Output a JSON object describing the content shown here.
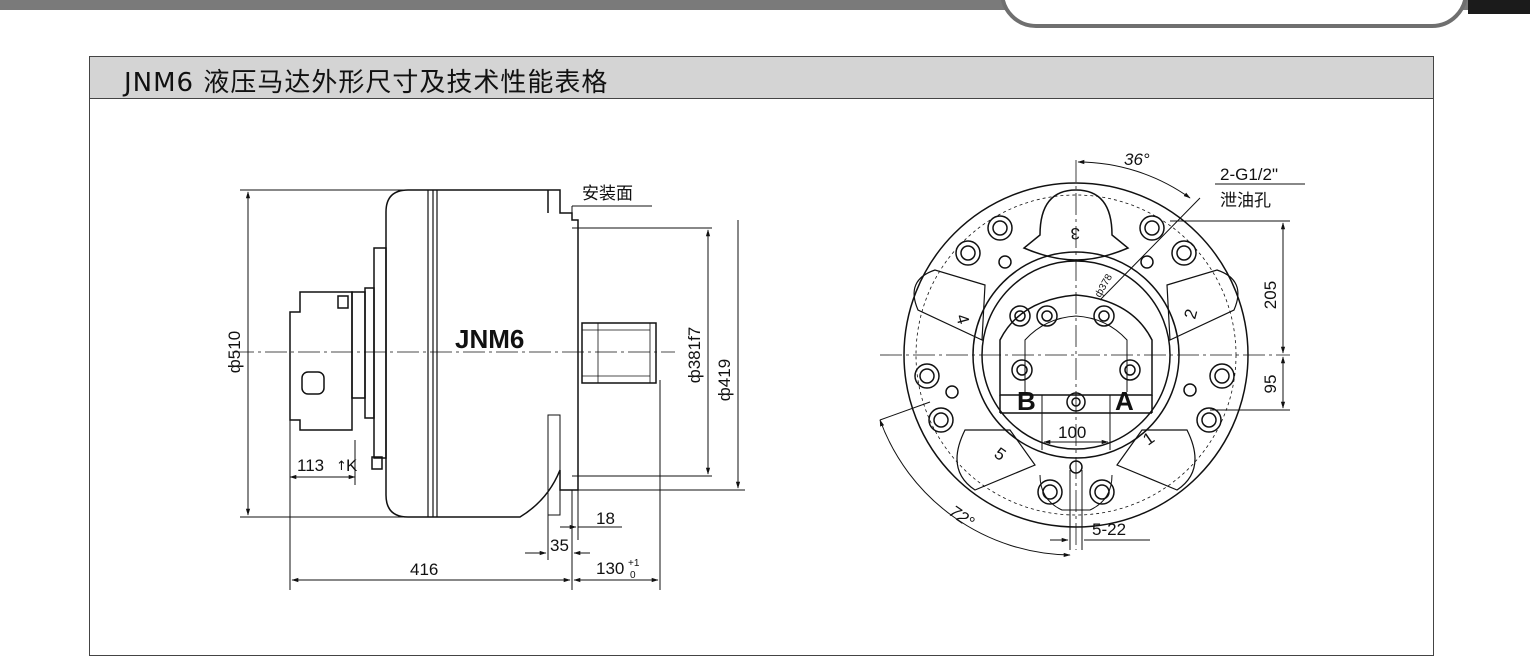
{
  "title": "JNM6 液压马达外形尺寸及技术性能表格",
  "side_view": {
    "model_label": "JNM6",
    "mount_face_label": "安装面",
    "dim_phi510": "ф510",
    "dim_phi381": "ф381f7",
    "dim_phi419": "ф419",
    "dim_113": "113",
    "dim_K": "K",
    "dim_416": "416",
    "dim_35": "35",
    "dim_18": "18",
    "dim_130": "130",
    "dim_130_tol_upper": "+1",
    "dim_130_tol_lower": "0"
  },
  "front_view": {
    "angle_36": "36°",
    "drain_label_1": "2-G1/2\"",
    "drain_label_2": "泄油孔",
    "dim_phi378": "ф378",
    "dim_205": "205",
    "dim_95": "95",
    "dim_100": "100",
    "angle_72": "72°",
    "dim_5_22": "5-22",
    "port_B": "B",
    "port_A": "A",
    "lobes": [
      "1",
      "2",
      "3",
      "4",
      "5"
    ]
  }
}
